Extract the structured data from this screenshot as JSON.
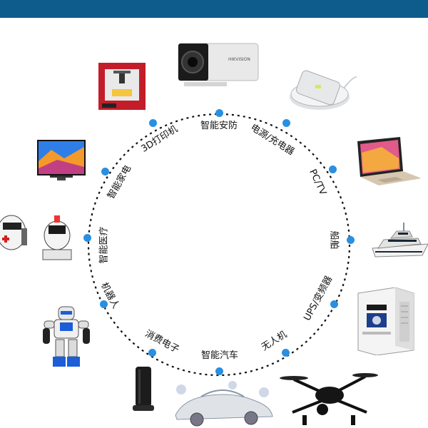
{
  "header": {
    "bar_color": "#0d5c8c"
  },
  "accent_color": "#2a8fe0",
  "ring": {
    "labels": {
      "security": "智能安防",
      "power": "电源/充电器",
      "pc": "PC/TV",
      "ship": "船舶",
      "ups": "UPS/变频器",
      "drone": "无人机",
      "car": "智能汽车",
      "consumer": "消费电子",
      "robot": "机器人",
      "medical": "智能医疗",
      "appliance": "智能家电",
      "printer": "3D打印机"
    }
  },
  "camera": {
    "brand": "HIKVISION"
  }
}
